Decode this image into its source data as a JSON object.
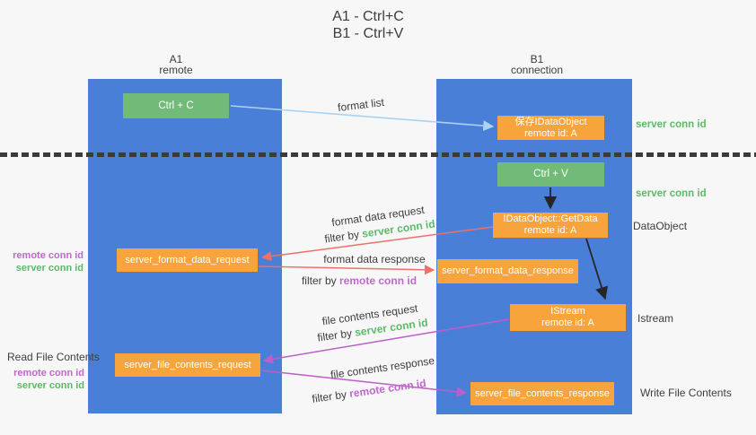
{
  "title": {
    "line1": "A1 - Ctrl+C",
    "line2": "B1 - Ctrl+V"
  },
  "columns": {
    "left": {
      "id": "A1",
      "name": "remote"
    },
    "right": {
      "id": "B1",
      "name": "connection"
    }
  },
  "nodes": {
    "ctrl_c": {
      "label": "Ctrl + C"
    },
    "save_idataobject": {
      "line1": "保存IDataObject",
      "line2": "remote id: A"
    },
    "ctrl_v": {
      "label": "Ctrl + V"
    },
    "getdata": {
      "line1": "IDataObject::GetData",
      "line2": "remote id: A"
    },
    "format_request": {
      "label": "server_format_data_request"
    },
    "format_response": {
      "label": "server_format_data_response"
    },
    "istream": {
      "line1": "IStream",
      "line2": "remote id: A"
    },
    "file_request": {
      "label": "server_file_contents_request"
    },
    "file_response": {
      "label": "server_file_contents_response"
    }
  },
  "arrow_labels": {
    "format_list": "format list",
    "format_data_request": "format data request",
    "format_data_response": "format data response",
    "file_contents_request": "file contents request",
    "file_contents_response": "file contents response",
    "filter_by": "filter by",
    "server_conn_id": "server conn id",
    "remote_conn_id": "remote conn id"
  },
  "side_labels": {
    "server_conn_id": "server conn id",
    "remote_conn_id": "remote conn id",
    "dataobject": "DataObject",
    "istream": "Istream",
    "read_file_contents": "Read File Contents",
    "write_file_contents": "Write File Contents"
  },
  "colors": {
    "background": "#f7f7f7",
    "column_blue": "#4a7fd8",
    "box_green": "#71ba77",
    "box_orange": "#f7a43d",
    "box_text": "#ffffff",
    "text_dark": "#3d3d3d",
    "text_green": "#5db968",
    "text_purple": "#bf68cd",
    "arrow_blue": "#a9d3f2",
    "arrow_red": "#ec7168",
    "arrow_purple": "#bb5fc9",
    "arrow_black": "#262626",
    "dotted_line": "#3b3b3b"
  }
}
